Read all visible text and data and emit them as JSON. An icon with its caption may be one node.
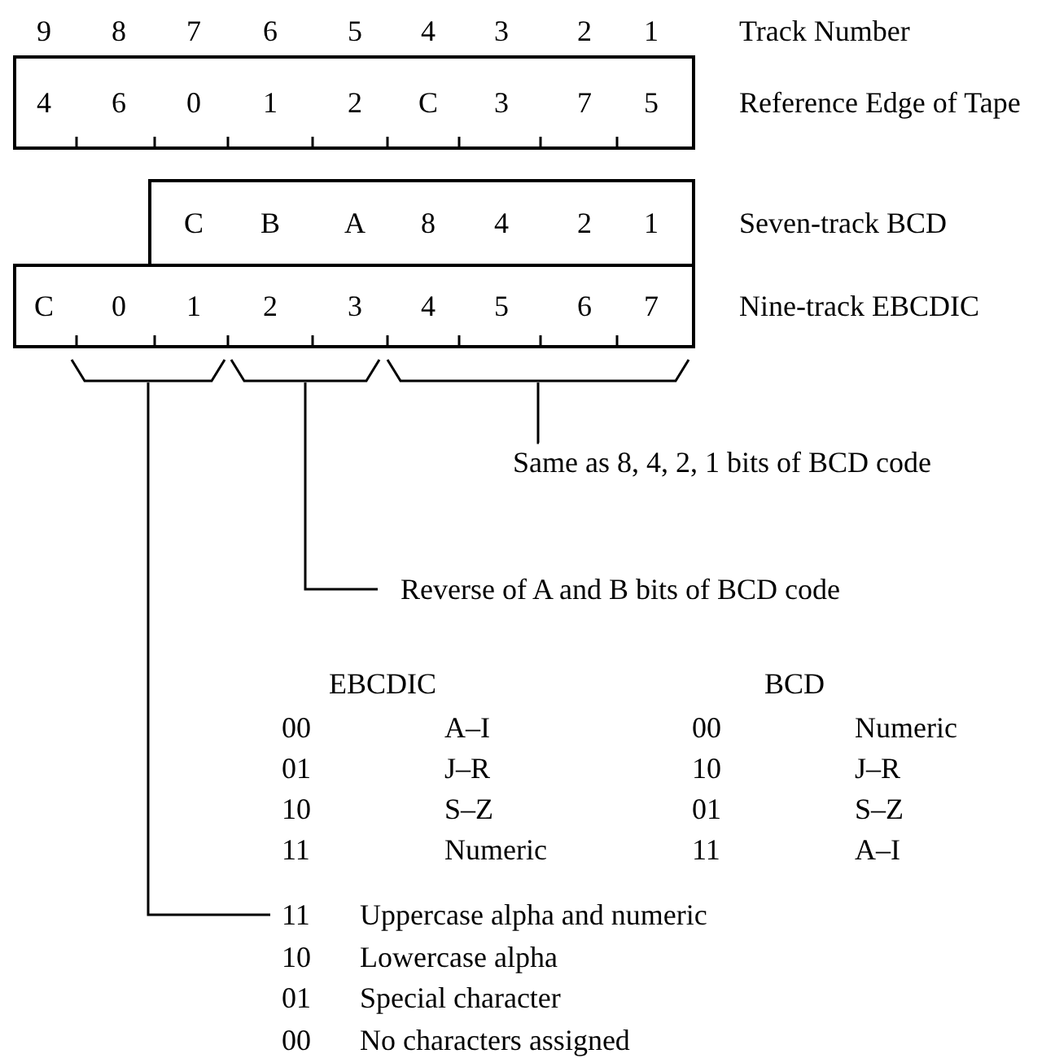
{
  "diagram": {
    "nodes": [
      {
        "text": [
          "4",
          "6",
          "0",
          "1",
          "2",
          "C",
          "3",
          "7",
          "5"
        ],
        "beside": [
          "Reference Edge of Tape"
        ]
      },
      {
        "text": [
          "C",
          "B",
          "A",
          "8",
          "4",
          "2",
          "1"
        ],
        "beside": [
          "Seven-track BCD"
        ]
      },
      {
        "text": [
          "C",
          "0",
          "1",
          "2",
          "3",
          "4",
          "5",
          "6",
          "7"
        ],
        "beside": [
          "Nine-track EBCDIC"
        ]
      },
      {
        "text": [],
        "shape": "bracket"
      },
      {
        "text": [],
        "shape": "bracket"
      },
      {
        "text": [],
        "shape": "bracket"
      },
      {
        "text": [
          "Same as 8, 4, 2, 1 bits of BCD code"
        ]
      },
      {
        "text": [
          "Reverse of A and B bits of BCD code"
        ]
      },
      {
        "text": [
          "11",
          "Uppercase alpha and numeric"
        ]
      }
    ],
    "edges": [
      {
        "from": 6,
        "to": 5,
        "arrow": "none"
      },
      {
        "from": 7,
        "to": 4,
        "arrow": "none"
      },
      {
        "from": 8,
        "to": 3,
        "arrow": "none"
      }
    ],
    "labels": [
      "9",
      "8",
      "7",
      "6",
      "5",
      "4",
      "3",
      "2",
      "1",
      "Track Number",
      "EBCDIC",
      "BCD",
      "00",
      "A–I",
      "00",
      "Numeric",
      "01",
      "J–R",
      "10",
      "J–R",
      "10",
      "S–Z",
      "01",
      "S–Z",
      "11",
      "Numeric",
      "11",
      "A–I",
      "10",
      "Lowercase alpha",
      "01",
      "Special character",
      "00",
      "No characters assigned"
    ]
  }
}
